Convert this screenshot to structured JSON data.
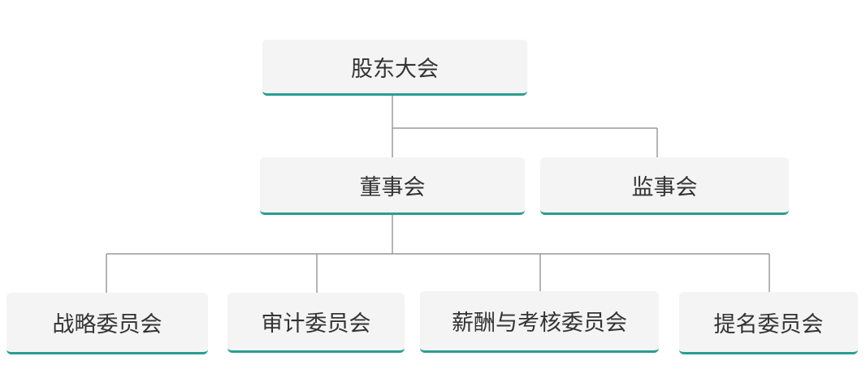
{
  "diagram": {
    "shareholders_meeting": "股东大会",
    "board_of_directors": "董事会",
    "board_of_supervisors": "监事会",
    "committees": [
      "战略委员会",
      "审计委员会",
      "薪酬与考核委员会",
      "提名委员会"
    ]
  },
  "colors": {
    "box_fill": "#f4f4f4",
    "accent_underline": "#2a9d91",
    "connector": "#9a9a9a",
    "text": "#333333"
  }
}
